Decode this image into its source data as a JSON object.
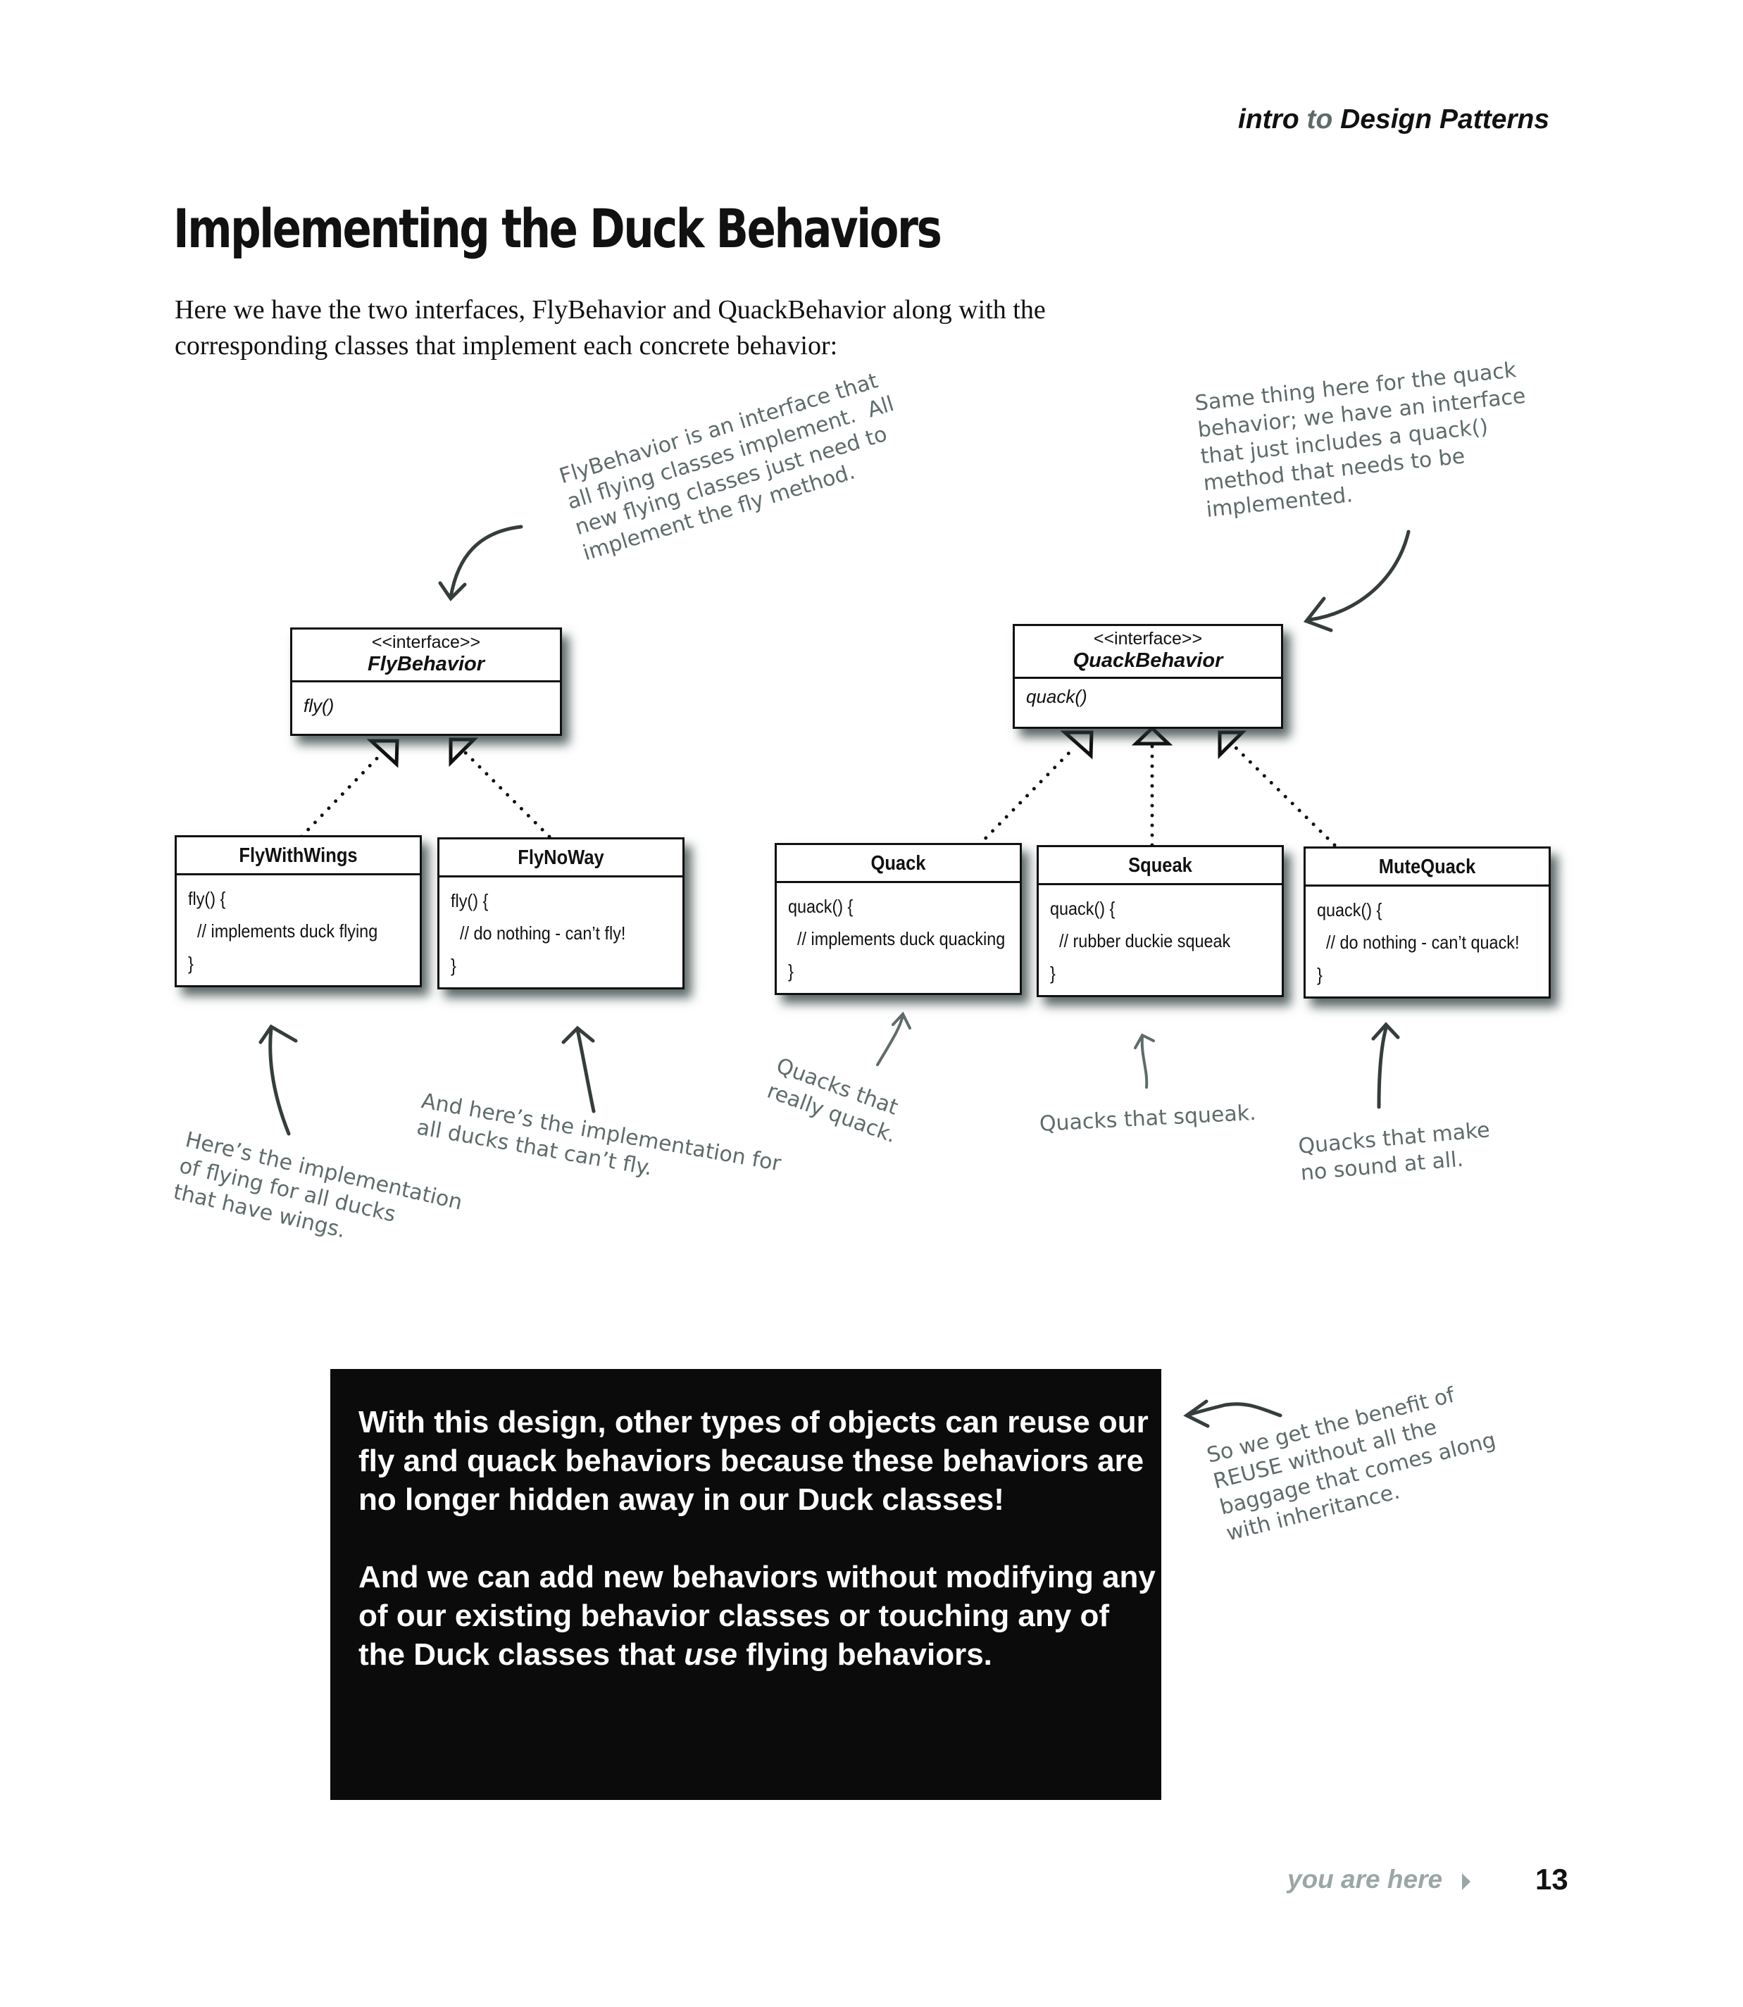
{
  "header": {
    "running_head_part1": "intro",
    "running_head_part2": "to",
    "running_head_part3": "Design Patterns",
    "accent_color": "#5f6a6a"
  },
  "page_title": "Implementing the Duck Behaviors",
  "intro_text": "Here we have the two interfaces, FlyBehavior and QuackBehavior along with the corresponding classes that implement each concrete behavior:",
  "interfaces": {
    "fly": {
      "stereotype": "<<interface>>",
      "name": "FlyBehavior",
      "method": "fly()"
    },
    "quack": {
      "stereotype": "<<interface>>",
      "name": "QuackBehavior",
      "method": "quack()"
    }
  },
  "classes": [
    {
      "name": "FlyWithWings",
      "lines": [
        "fly() {",
        "  // implements duck flying",
        "}"
      ]
    },
    {
      "name": "FlyNoWay",
      "lines": [
        "fly() {",
        "  // do nothing - can’t fly!",
        "}"
      ]
    },
    {
      "name": "Quack",
      "lines": [
        "quack() {",
        "  // implements duck quacking",
        "}"
      ]
    },
    {
      "name": "Squeak",
      "lines": [
        "quack() {",
        "  // rubber duckie squeak",
        "}"
      ]
    },
    {
      "name": "MuteQuack",
      "lines": [
        "quack() {",
        "  // do nothing - can’t quack!",
        "}"
      ]
    }
  ],
  "annotations": {
    "fly_interface": "FlyBehavior is an interface that\nall flying classes implement.  All\nnew flying classes just need to\nimplement the fly method.",
    "quack_interface": "Same thing here for the quack\nbehavior; we have an interface\nthat just includes a quack()\nmethod that needs to be\nimplemented.",
    "fly_with_wings": "Here’s the implementation\nof flying for all ducks\nthat have wings.",
    "fly_no_way": "And here’s the implementation for\nall ducks that can’t fly.",
    "quack": "Quacks that\nreally quack.",
    "squeak": "Quacks that squeak.",
    "mute_quack": "Quacks that make\nno sound at all.",
    "reuse": "So we get the benefit of\nREUSE without all the\nbaggage that comes along\nwith inheritance.",
    "annotation_color": "#5f6b6b"
  },
  "callout": {
    "para1": "With this design, other types of objects can reuse our fly and quack behaviors because these behaviors are no longer hidden away in our Duck classes!",
    "para2_before": "And we can add new behaviors without modifying any of our existing behavior classes or touching any of the Duck classes that ",
    "para2_emph": "use",
    "para2_after": " flying behaviors."
  },
  "footer": {
    "you_are_here": "you are here",
    "page_number": "13"
  }
}
